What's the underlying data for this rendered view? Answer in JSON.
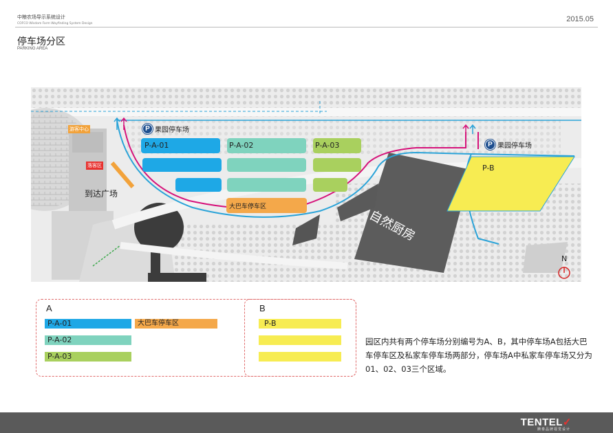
{
  "header": {
    "project_cn": "中粮农场导示系统设计",
    "project_en": "COFCO Wisdom Farm Wayfinding System Design",
    "date": "2015.05"
  },
  "page": {
    "title": "停车场分区",
    "subtitle": "PARKING AREA"
  },
  "map": {
    "zones": {
      "pa01": "P-A-01",
      "pa02": "P-A-02",
      "pa03": "P-A-03",
      "bus": "大巴车停车区",
      "pb": "P-B"
    },
    "parking_label_left": "果园停车场",
    "parking_label_right": "果园停车场",
    "tag_visitor_center": "游客中心",
    "tag_drop_off": "落客区",
    "arrival_plaza": "到达广场",
    "kitchen": "自然厨房",
    "north": "N",
    "parking_icon": "P"
  },
  "legend_a": {
    "heading": "A",
    "items": [
      "P-A-01",
      "P-A-02",
      "P-A-03"
    ],
    "bus": "大巴车停车区"
  },
  "legend_b": {
    "heading": "B",
    "items": [
      "P-B",
      "",
      ""
    ]
  },
  "description": "园区内共有两个停车场分别编号为A、B，其中停车场A包括大巴车停车区及私家车停车场两部分，停车场A中私家车停车场又分为01、02、03三个区域。",
  "footer": {
    "logo_main": "TENTEL",
    "logo_mark": "✓",
    "logo_sub": "腾泰品牌视觉设计"
  },
  "colors": {
    "pa01": "#1ea8e6",
    "pa02": "#7fd3be",
    "pa03": "#a9d05e",
    "bus": "#f4a84a",
    "pb": "#f7ec52",
    "route_blue": "#2aa3d8",
    "route_magenta": "#d6127a"
  }
}
